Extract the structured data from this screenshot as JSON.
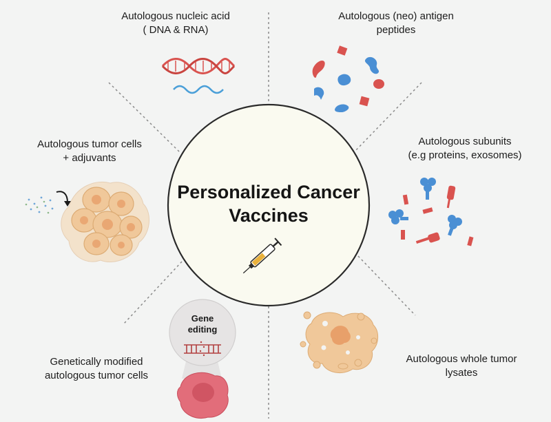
{
  "center": {
    "title_line1": "Personalized Cancer",
    "title_line2": "Vaccines",
    "icon": "syringe-icon"
  },
  "items": {
    "nucleic_acid": {
      "line1": "Autologous nucleic acid",
      "line2": "( DNA & RNA)",
      "icon": "dna-rna-icon"
    },
    "antigen_peptides": {
      "line1": "Autologous (neo) antigen",
      "line2": "peptides",
      "icon": "peptides-icon"
    },
    "tumor_cells_adjuvants": {
      "line1": "Autologous tumor cells",
      "line2": "+ adjuvants",
      "icon": "tumor-cells-icon"
    },
    "subunits": {
      "line1": "Autologous subunits",
      "line2": "(e.g proteins, exosomes)",
      "icon": "proteins-icon"
    },
    "genetically_modified": {
      "line1": "Genetically modified",
      "line2": "autologous tumor cells",
      "icon": "gene-edited-cell-icon"
    },
    "whole_lysates": {
      "line1": "Autologous whole tumor",
      "line2": "lysates",
      "icon": "lysate-icon"
    }
  },
  "gene_editing": {
    "line1": "Gene",
    "line2": "editing"
  },
  "colors": {
    "background": "#f3f4f3",
    "circle_fill": "#fafaf0",
    "red": "#d9534f",
    "blue": "#4a8fd4",
    "tumor": "#f0c89a",
    "cell_pink": "#e26d7a"
  }
}
